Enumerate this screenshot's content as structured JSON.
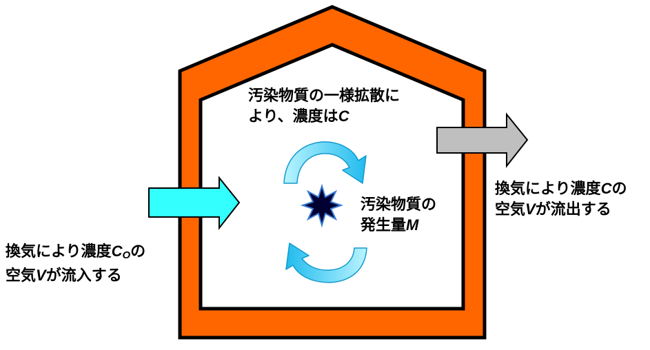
{
  "colors": {
    "house_wall": "#ff6600",
    "house_outline": "#000000",
    "interior": "#ffffff",
    "inflow_arrow": "#33ffff",
    "outflow_arrow": "#bfbfbf",
    "circulation_arrow": "#33ccff",
    "source_star": "#000033"
  },
  "icons": {
    "source": "starburst-icon",
    "circulation": "circular-arrow-icon"
  },
  "labels": {
    "inflow": {
      "line1_text": "換気により濃度",
      "line1_var": "C",
      "line1_sub": "O",
      "line1_tail": "の",
      "line2_pre": "空気",
      "line2_var": "V",
      "line2_tail": "が流入する"
    },
    "outflow": {
      "line1_text": "換気により濃度",
      "line1_var": "C",
      "line1_tail": "の",
      "line2_pre": "空気",
      "line2_var": "V",
      "line2_tail": "が流出する"
    },
    "diffusion": {
      "line1": "汚染物質の一様拡散に",
      "line2_text": "より、濃度は",
      "line2_var": "C"
    },
    "source": {
      "line1": "汚染物質の",
      "line2_text": "発生量",
      "line2_var": "M"
    }
  }
}
